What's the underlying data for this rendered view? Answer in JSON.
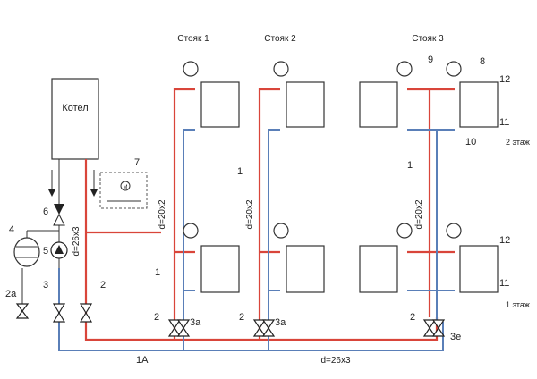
{
  "risers": {
    "r1": "Стояк 1",
    "r2": "Стояк 2",
    "r3": "Стояк 3"
  },
  "boiler": "Котел",
  "pipes": {
    "vertical": "d=20x2",
    "supply": "d=26x3",
    "main": "d=26x3"
  },
  "floors": {
    "second": "2 этаж",
    "first": "1 этаж"
  },
  "callouts": {
    "n1": "1",
    "n1A": "1А",
    "n2": "2",
    "n2a": "2а",
    "n3": "3",
    "n3a": "3а",
    "n3e": "3е",
    "n4": "4",
    "n5": "5",
    "n6": "6",
    "n7": "7",
    "n8": "8",
    "n9": "9",
    "n10": "10",
    "n11": "11",
    "n12": "12"
  },
  "colors": {
    "supply": "#d9453a",
    "return": "#5a7fb8"
  }
}
